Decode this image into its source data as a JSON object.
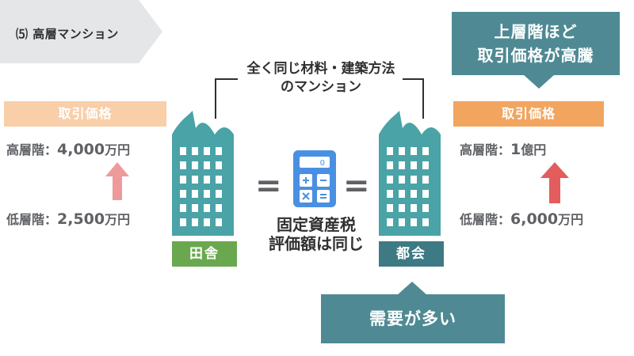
{
  "header": {
    "title": "⑸ 高層マンション"
  },
  "center": {
    "same_building": [
      "全く同じ材料・建築方法",
      "のマンション"
    ],
    "equal_sign": "=",
    "tax_note": [
      "固定資産税",
      "評価額は同じ"
    ]
  },
  "left": {
    "price_label": "取引価格",
    "high_label": "高層階：",
    "high_value": "4,000",
    "high_unit": "万円",
    "low_label": "低層階：",
    "low_value": "2,500",
    "low_unit": "万円",
    "place": "田舎"
  },
  "right": {
    "price_label": "取引価格",
    "high_label": "高層階：",
    "high_value": "1",
    "high_unit": "億円",
    "low_label": "低層階：",
    "low_value": "6,000",
    "low_unit": "万円",
    "place": "都会"
  },
  "callouts": {
    "top": [
      "上層階ほど",
      "取引価格が高騰"
    ],
    "bottom": "需要が多い"
  },
  "colors": {
    "building": "#4aa3a6",
    "window": "#ffffff",
    "rural_label": "#6aa84f",
    "city_label": "#3e7a84",
    "callout": "#4f8a94",
    "price_left": "#f8cfa8",
    "price_right": "#f2a55f",
    "arrow_left": "#ef9a9a",
    "arrow_right": "#e35d5d",
    "calculator": "#4a90e2"
  },
  "icons": [
    "building-icon",
    "calculator-icon",
    "up-arrow-icon"
  ]
}
